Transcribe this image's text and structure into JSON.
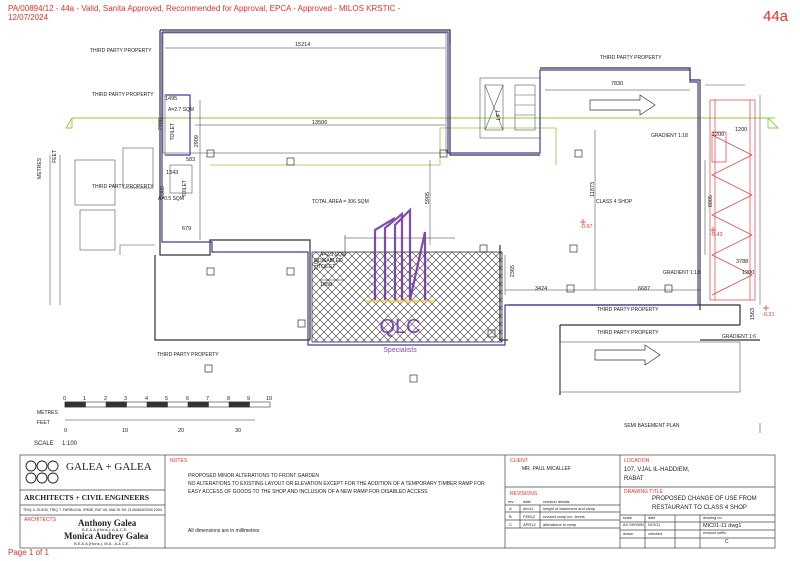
{
  "header": {
    "status_line1": "PA/00894/12 - 44a - Valid, Sanita Approved, Recommended for Approval, EPCA - Approved - MILOS KRSTIC -",
    "status_line2": "12/07/2024",
    "sheet_number": "44a"
  },
  "plan": {
    "labels": {
      "third_party_top_left": "THIRD PARTY PROPERTY",
      "third_party_left1": "THIRD PARTY PROPERTY",
      "third_party_left2": "THIRD PARTY PROPERTY",
      "third_party_top_right": "THIRD PARTY PROPERTY",
      "third_party_right_mid": "THIRD PARTY PROPERTY",
      "third_party_right_low": "THIRD PARTY PROPERTY",
      "third_party_bottom_left": "THIRD PARTY PROPERTY",
      "toilet1": "TOILET",
      "toilet2": "TOILET",
      "disabled_toilet": "DISABLED TOILET",
      "lift": "LIFT",
      "total_area": "TOTAL AREA = 306 SQM",
      "class4_shop": "CLASS 4 SHOP",
      "gradient_top": "GRADIENT 1:18",
      "gradient_mid": "GRADIENT 1:18",
      "gradient_bottom": "GRADIENT 1:6",
      "area_2_7": "A=2.7 SQM",
      "area_0_5": "A=0.5 SQM",
      "area_2_3": "A=2.3 SQM",
      "semi_basement_plan": "SEMI BASEMENT PLAN",
      "metres_vertical": "METRES",
      "feet_vertical": "FEET"
    },
    "dims": {
      "d15214": "15214",
      "d13506": "13506",
      "d7830": "7830",
      "d11873": "11873",
      "d1495": "1495",
      "d2706": "2706",
      "d583": "583",
      "d1343": "1343",
      "d2369": "2369",
      "d679": "679",
      "d2909": "2909",
      "d1656": "1656",
      "d2365": "2365",
      "d2100": "2100",
      "d3424": "3424",
      "d6687": "6687",
      "d1200a": "1200",
      "d1200b": "1200",
      "d8005": "8005",
      "d3788": "3788",
      "d1200c": "1200",
      "d1563": "1563",
      "d5905": "5905",
      "lvl_top": "-0.97",
      "lvl_mid": "-0.43",
      "lvl_right": "-0.31"
    },
    "watermark": {
      "brand": "QLC",
      "sub": "Specialists"
    },
    "scale": {
      "metres_label": "METRES",
      "feet_label": "FEET",
      "scale_label": "SCALE",
      "scale_value": "1:100",
      "metre_ticks": [
        "0",
        "1",
        "2",
        "3",
        "4",
        "5",
        "6",
        "7",
        "8",
        "9",
        "10"
      ],
      "feet_ticks": [
        "0",
        "10",
        "20",
        "30"
      ]
    }
  },
  "title_block": {
    "firm_name_1": "GALEA",
    "firm_plus": "+",
    "firm_name_2": "GALEA",
    "firm_sub": "ARCHITECTS + CIVIL ENGINEERS",
    "firm_address": "TRIQ IL-SLIEM, TRIQ T. FARRUGIA, IRMIE, RAT 08, MALTA Tel: 21454828/2949 2094",
    "architects_label": "ARCHITECTS",
    "architect1_name": "Anthony Galea",
    "architect1_quals": "B.E.& A.(Hons.), A.& C.E.",
    "architect2_name": "Monica Audrey Galea",
    "architect2_quals": "B.E.& A.(Hons.), M.A., A.& C.E.",
    "notes_heading": "NOTES",
    "notes_line1": "PROPOSED MINOR ALTERATIONS TO FRONT GARDEN",
    "notes_line2": "NO ALTERATIONS TO EXISTING LAYOUT OR ELEVATION EXCEPT FOR THE ADDITION OF A TEMPORARY TIMBER RAMP FOR",
    "notes_line3": "EASY ACCESS OF GOODS TO THE SHOP AND INCLUSION OF A NEW RAMP FOR DISABLED ACCESS",
    "notes_dims": "All dimensions are in millimetres",
    "client_label": "CLIENT",
    "client_name": "MR. PAUL MICALLEF",
    "location_label": "LOCATION",
    "location_line1": "107, VJAL IL-HADDIEM,",
    "location_line2": "RABAT",
    "revisions_label": "REVISIONS",
    "rev_headers": [
      "rev",
      "date",
      "revision details"
    ],
    "revisions": [
      {
        "rev": "A",
        "date": "dec11",
        "details": "height of basement and ramp"
      },
      {
        "rev": "B",
        "date": "FEB12",
        "details": "revised ramp inc. levels"
      },
      {
        "rev": "C",
        "date": "APR12",
        "details": "alterations to ramp"
      }
    ],
    "drawing_title_label": "DRAWING TITLE",
    "drawing_title_line1": "PROPOSED CHANGE OF USE FROM",
    "drawing_title_line2": "RESTAURANT TO CLASS 4 SHOP",
    "scale_label": "scale",
    "scale_value": "AS SHOWN",
    "date_label": "date",
    "date_value": "NOV11",
    "drawing_no_label": "drawing no.",
    "drawing_no_value": "MIC01-11 dwg1",
    "drawn_label": "drawn",
    "checked_label": "checked",
    "revision_suffix_label": "revision suffix",
    "revision_suffix_value": "C",
    "page_footer": "Page 1 of 1"
  },
  "colors": {
    "status_red": "#e0322a",
    "plan_blue": "#3c3c9c",
    "green_line": "#8fcc3a",
    "ramp_red": "#d94040",
    "watermark_purple": "#6a2da0"
  }
}
